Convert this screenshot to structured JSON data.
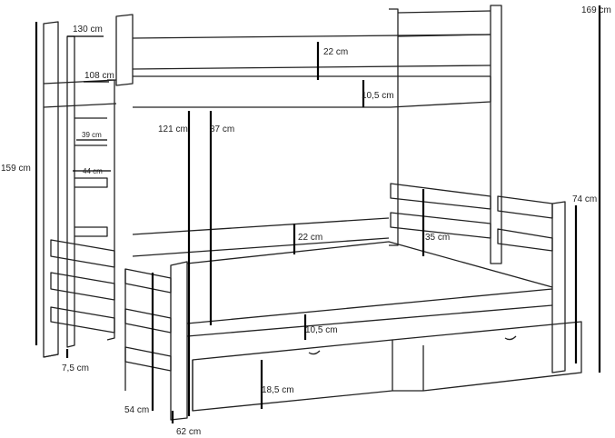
{
  "diagram": {
    "labels": {
      "post_width": "130 cm",
      "ladder_height": "108 cm",
      "rung_gap_inner": "39 cm",
      "rung_gap_outer": "44 cm",
      "total_height_left": "159 cm",
      "foot_gap": "7,5 cm",
      "upper_rail": "22 cm",
      "upper_board": "10,5 cm",
      "under_upper_left": "121 cm",
      "under_upper_right": "87 cm",
      "total_height_right": "169 cm",
      "lower_rail": "22 cm",
      "headboard": "35 cm",
      "side_width": "74 cm",
      "lower_board": "10,5 cm",
      "drawer_height": "18,5 cm",
      "front_panel": "54 cm",
      "bottom_post": "62 cm"
    }
  }
}
